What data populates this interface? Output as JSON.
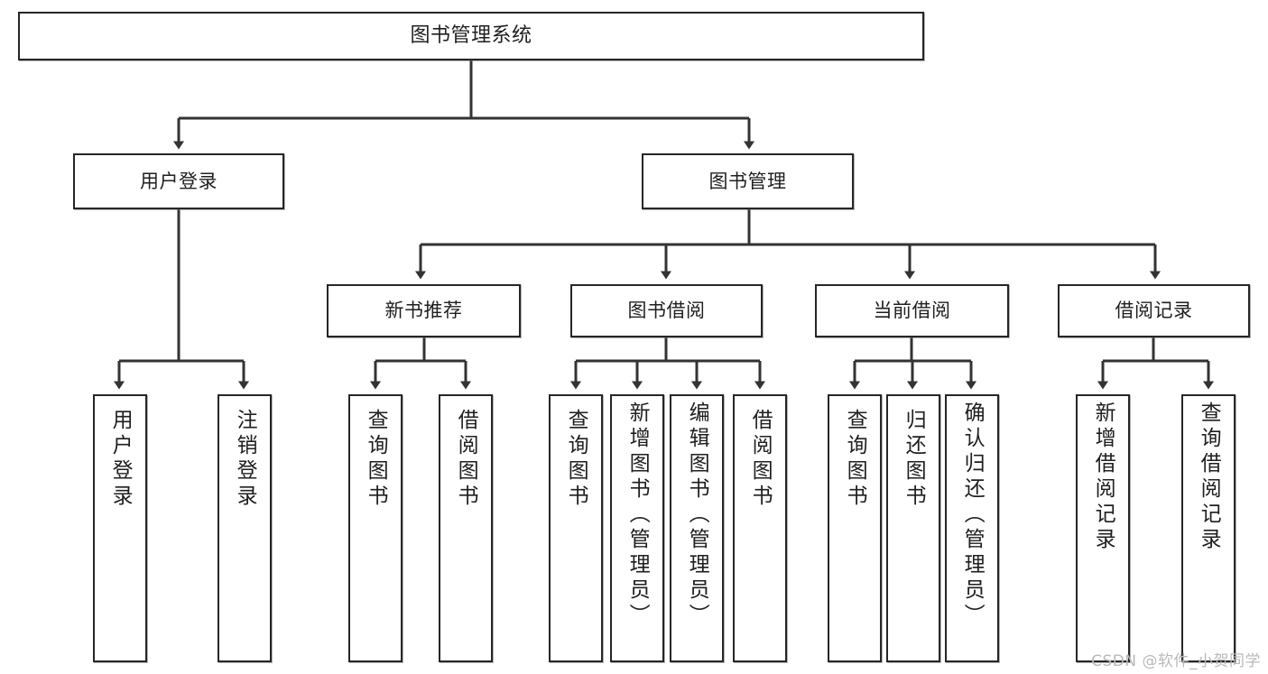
{
  "diagram": {
    "title": "图书管理系统",
    "type": "tree-hierarchy",
    "root": {
      "label": "图书管理系统"
    },
    "level2": [
      {
        "id": "user-login",
        "label": "用户登录"
      },
      {
        "id": "book-management",
        "label": "图书管理"
      }
    ],
    "level3": [
      {
        "id": "new-book-recommend",
        "label": "新书推荐",
        "parent": "book-management"
      },
      {
        "id": "book-borrow",
        "label": "图书借阅",
        "parent": "book-management"
      },
      {
        "id": "current-borrow",
        "label": "当前借阅",
        "parent": "book-management"
      },
      {
        "id": "borrow-record",
        "label": "借阅记录",
        "parent": "book-management"
      }
    ],
    "leaves": {
      "user-login": [
        {
          "id": "leaf-user-login",
          "label": "用户登录"
        },
        {
          "id": "leaf-logout-login",
          "label": "注销登录"
        }
      ],
      "new-book-recommend": [
        {
          "id": "leaf-query-book-1",
          "label": "查询图书"
        },
        {
          "id": "leaf-borrow-book-1",
          "label": "借阅图书"
        }
      ],
      "book-borrow": [
        {
          "id": "leaf-query-book-2",
          "label": "查询图书"
        },
        {
          "id": "leaf-add-book-admin",
          "label": "新增图书（管理员）"
        },
        {
          "id": "leaf-edit-book-admin",
          "label": "编辑图书（管理员）"
        },
        {
          "id": "leaf-borrow-book-2",
          "label": "借阅图书"
        }
      ],
      "current-borrow": [
        {
          "id": "leaf-query-book-3",
          "label": "查询图书"
        },
        {
          "id": "leaf-return-book",
          "label": "归还图书"
        },
        {
          "id": "leaf-confirm-return-admin",
          "label": "确认归还（管理员）"
        }
      ],
      "borrow-record": [
        {
          "id": "leaf-add-borrow-record",
          "label": "新增借阅记录"
        },
        {
          "id": "leaf-query-borrow-record",
          "label": "查询借阅记录"
        }
      ]
    }
  },
  "watermark": {
    "text": "CSDN @软件_小贺同学"
  },
  "colors": {
    "border": "#262626",
    "background": "#ffffff",
    "text": "#1f1f1f",
    "connector": "#333333",
    "watermark": "#b9b9b9"
  }
}
